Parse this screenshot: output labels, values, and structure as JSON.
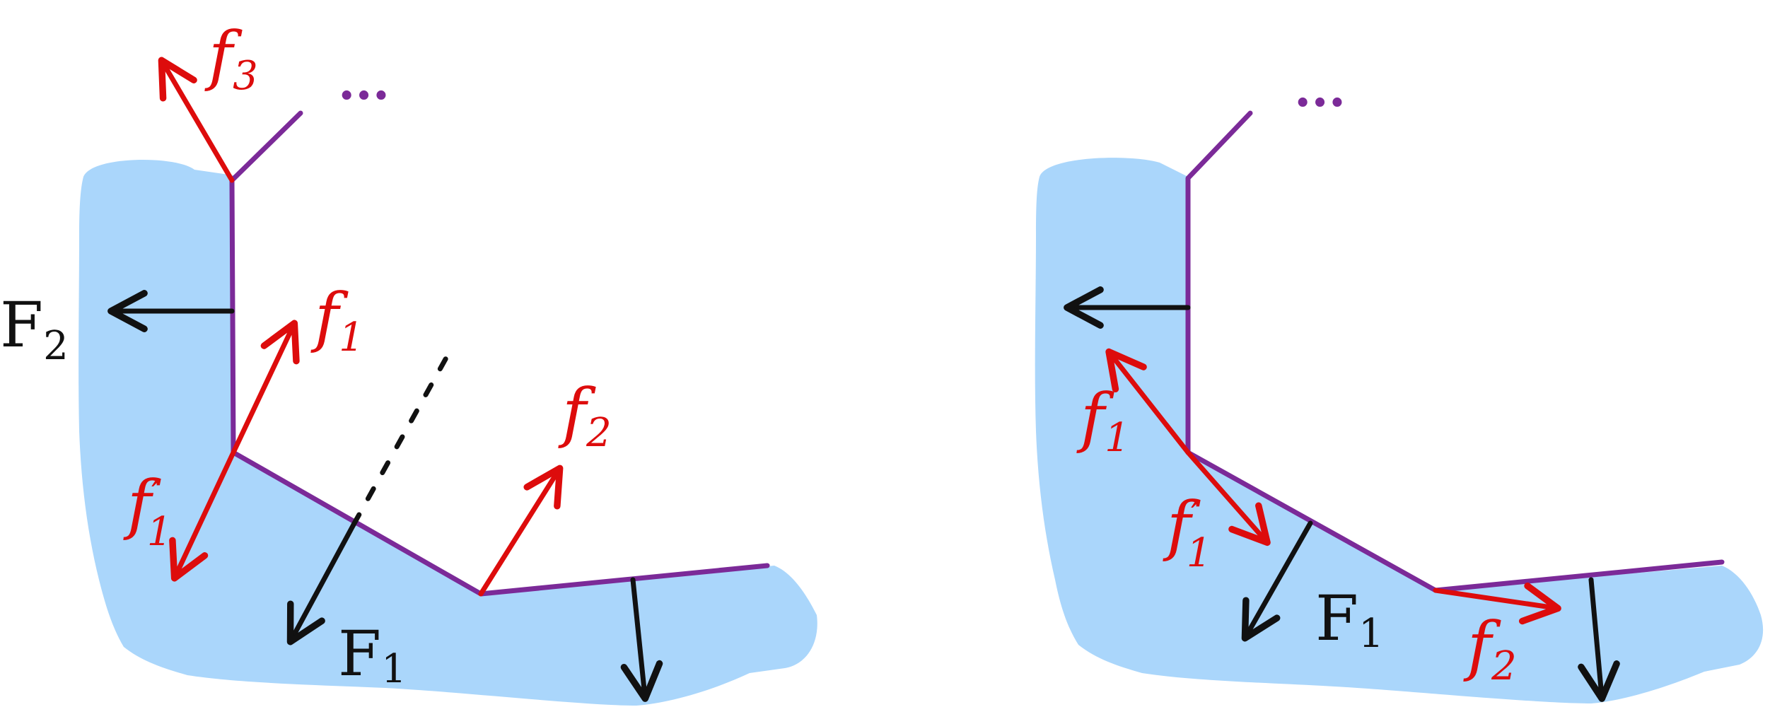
{
  "colors": {
    "background": "#ffffff",
    "region_fill": "#aad6fb",
    "boundary": "#7b2a98",
    "red": "#dd0c0c",
    "black": "#111111"
  },
  "left_panel": {
    "labels": {
      "f3": {
        "main": "f",
        "sub": "3"
      },
      "f1": {
        "main": "f",
        "sub": "1"
      },
      "f2": {
        "main": "f",
        "sub": "2"
      },
      "f1_prime": {
        "main": "f",
        "prime": "′",
        "sub": "1"
      },
      "F2": {
        "main": "F",
        "sub": "2"
      },
      "F1": {
        "main": "F",
        "sub": "1"
      },
      "ellipsis": "..."
    }
  },
  "right_panel": {
    "labels": {
      "f1": {
        "main": "f",
        "sub": "1"
      },
      "f1_prime": {
        "main": "f",
        "prime": "′",
        "sub": "1"
      },
      "F1": {
        "main": "F",
        "sub": "1"
      },
      "f2": {
        "main": "f",
        "sub": "2"
      },
      "ellipsis": "..."
    }
  }
}
